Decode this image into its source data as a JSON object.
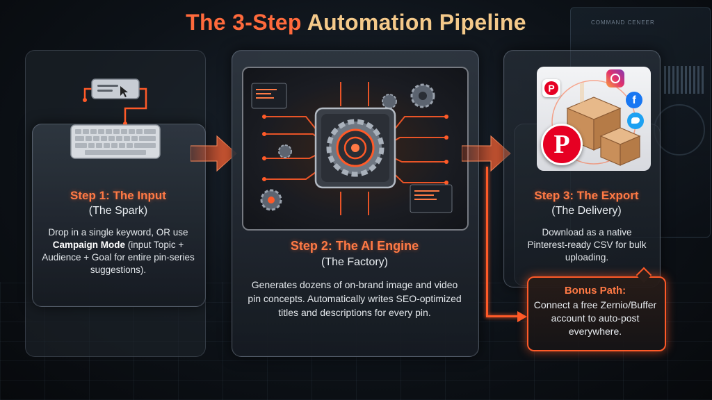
{
  "title": {
    "accent": "The 3-Step",
    "rest": "Automation Pipeline"
  },
  "background": {
    "panel_label": "COMMAND CENEER"
  },
  "steps": [
    {
      "title": "Step 1: The Input",
      "subtitle": "(The Spark)",
      "desc_before": "Drop in a single keyword, OR use ",
      "desc_bold": "Campaign Mode",
      "desc_after": " (input Topic + Audience + Goal for entire pin-series suggestions).",
      "icon": "keyboard-icon"
    },
    {
      "title": "Step 2: The AI Engine",
      "subtitle": "(The Factory)",
      "desc": "Generates dozens of on-brand image and video pin concepts. Automatically writes SEO-optimized titles and descriptions for every pin.",
      "icon": "gear-chip-icon"
    },
    {
      "title": "Step 3: The Export",
      "subtitle": "(The Delivery)",
      "desc": "Download as a native Pinterest-ready CSV for bulk uploading.",
      "icon": "boxes-social-icon"
    }
  ],
  "bonus": {
    "title": "Bonus Path:",
    "desc": "Connect a free Zernio/Buffer account to auto-post everywhere."
  },
  "colors": {
    "accent": "#ff6a3c",
    "title_secondary": "#f4c98a",
    "connector": "#ff5a28",
    "pinterest": "#e60023",
    "facebook": "#1877f2",
    "twitter": "#1da1f2"
  }
}
